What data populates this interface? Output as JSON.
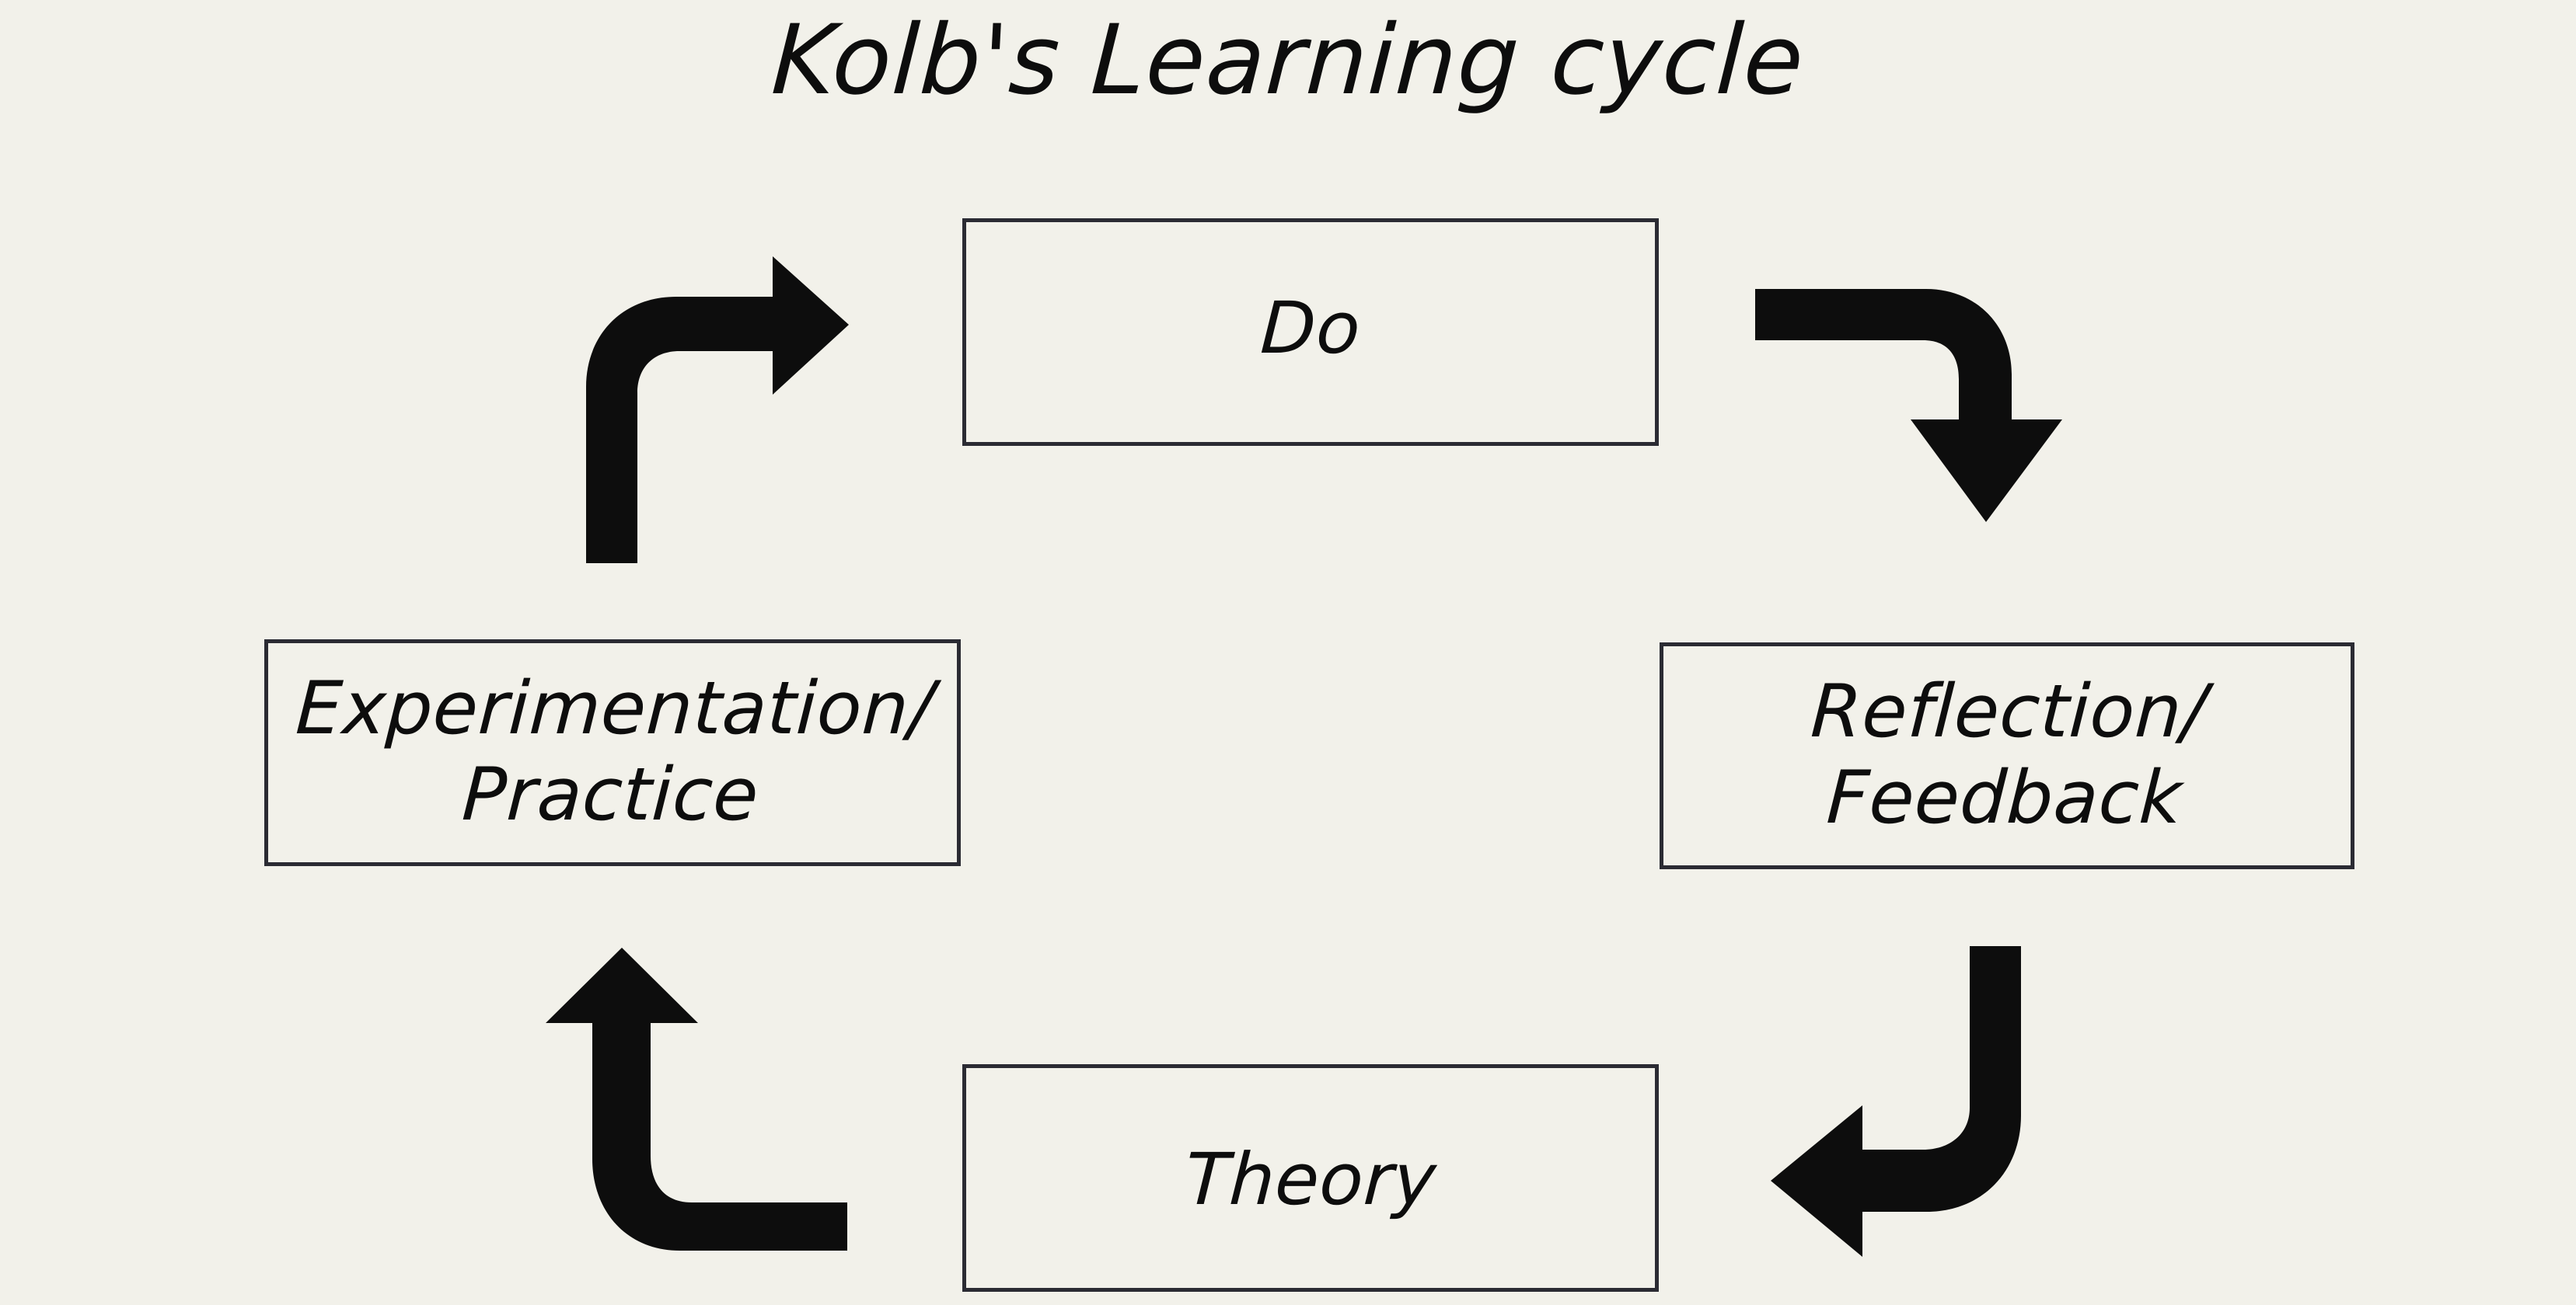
{
  "diagram": {
    "title": "Kolb's Learning cycle",
    "background_color": "#f2f1ea",
    "ink_color": "#0d0d0d",
    "border_color": "#2b2b33",
    "type": "cycle",
    "nodes": [
      {
        "id": "do",
        "label": "Do",
        "position": "top"
      },
      {
        "id": "reflection",
        "label": "Reflection/\nFeedback",
        "position": "right"
      },
      {
        "id": "theory",
        "label": "Theory",
        "position": "bottom"
      },
      {
        "id": "experiment",
        "label": "Experimentation/\nPractice",
        "position": "left"
      }
    ],
    "arrows": [
      {
        "id": "do-to-reflection",
        "from": "do",
        "to": "reflection",
        "shape": "elbow-right-down",
        "direction": "down",
        "icon": "arrow-elbow-down-icon"
      },
      {
        "id": "reflection-to-theory",
        "from": "reflection",
        "to": "theory",
        "shape": "elbow-down-left",
        "direction": "left",
        "icon": "arrow-elbow-left-icon"
      },
      {
        "id": "theory-to-experiment",
        "from": "theory",
        "to": "experiment",
        "shape": "elbow-left-up",
        "direction": "up",
        "icon": "arrow-elbow-up-icon"
      },
      {
        "id": "experiment-to-do",
        "from": "experiment",
        "to": "do",
        "shape": "elbow-up-right",
        "direction": "right",
        "icon": "arrow-elbow-right-icon"
      }
    ]
  }
}
